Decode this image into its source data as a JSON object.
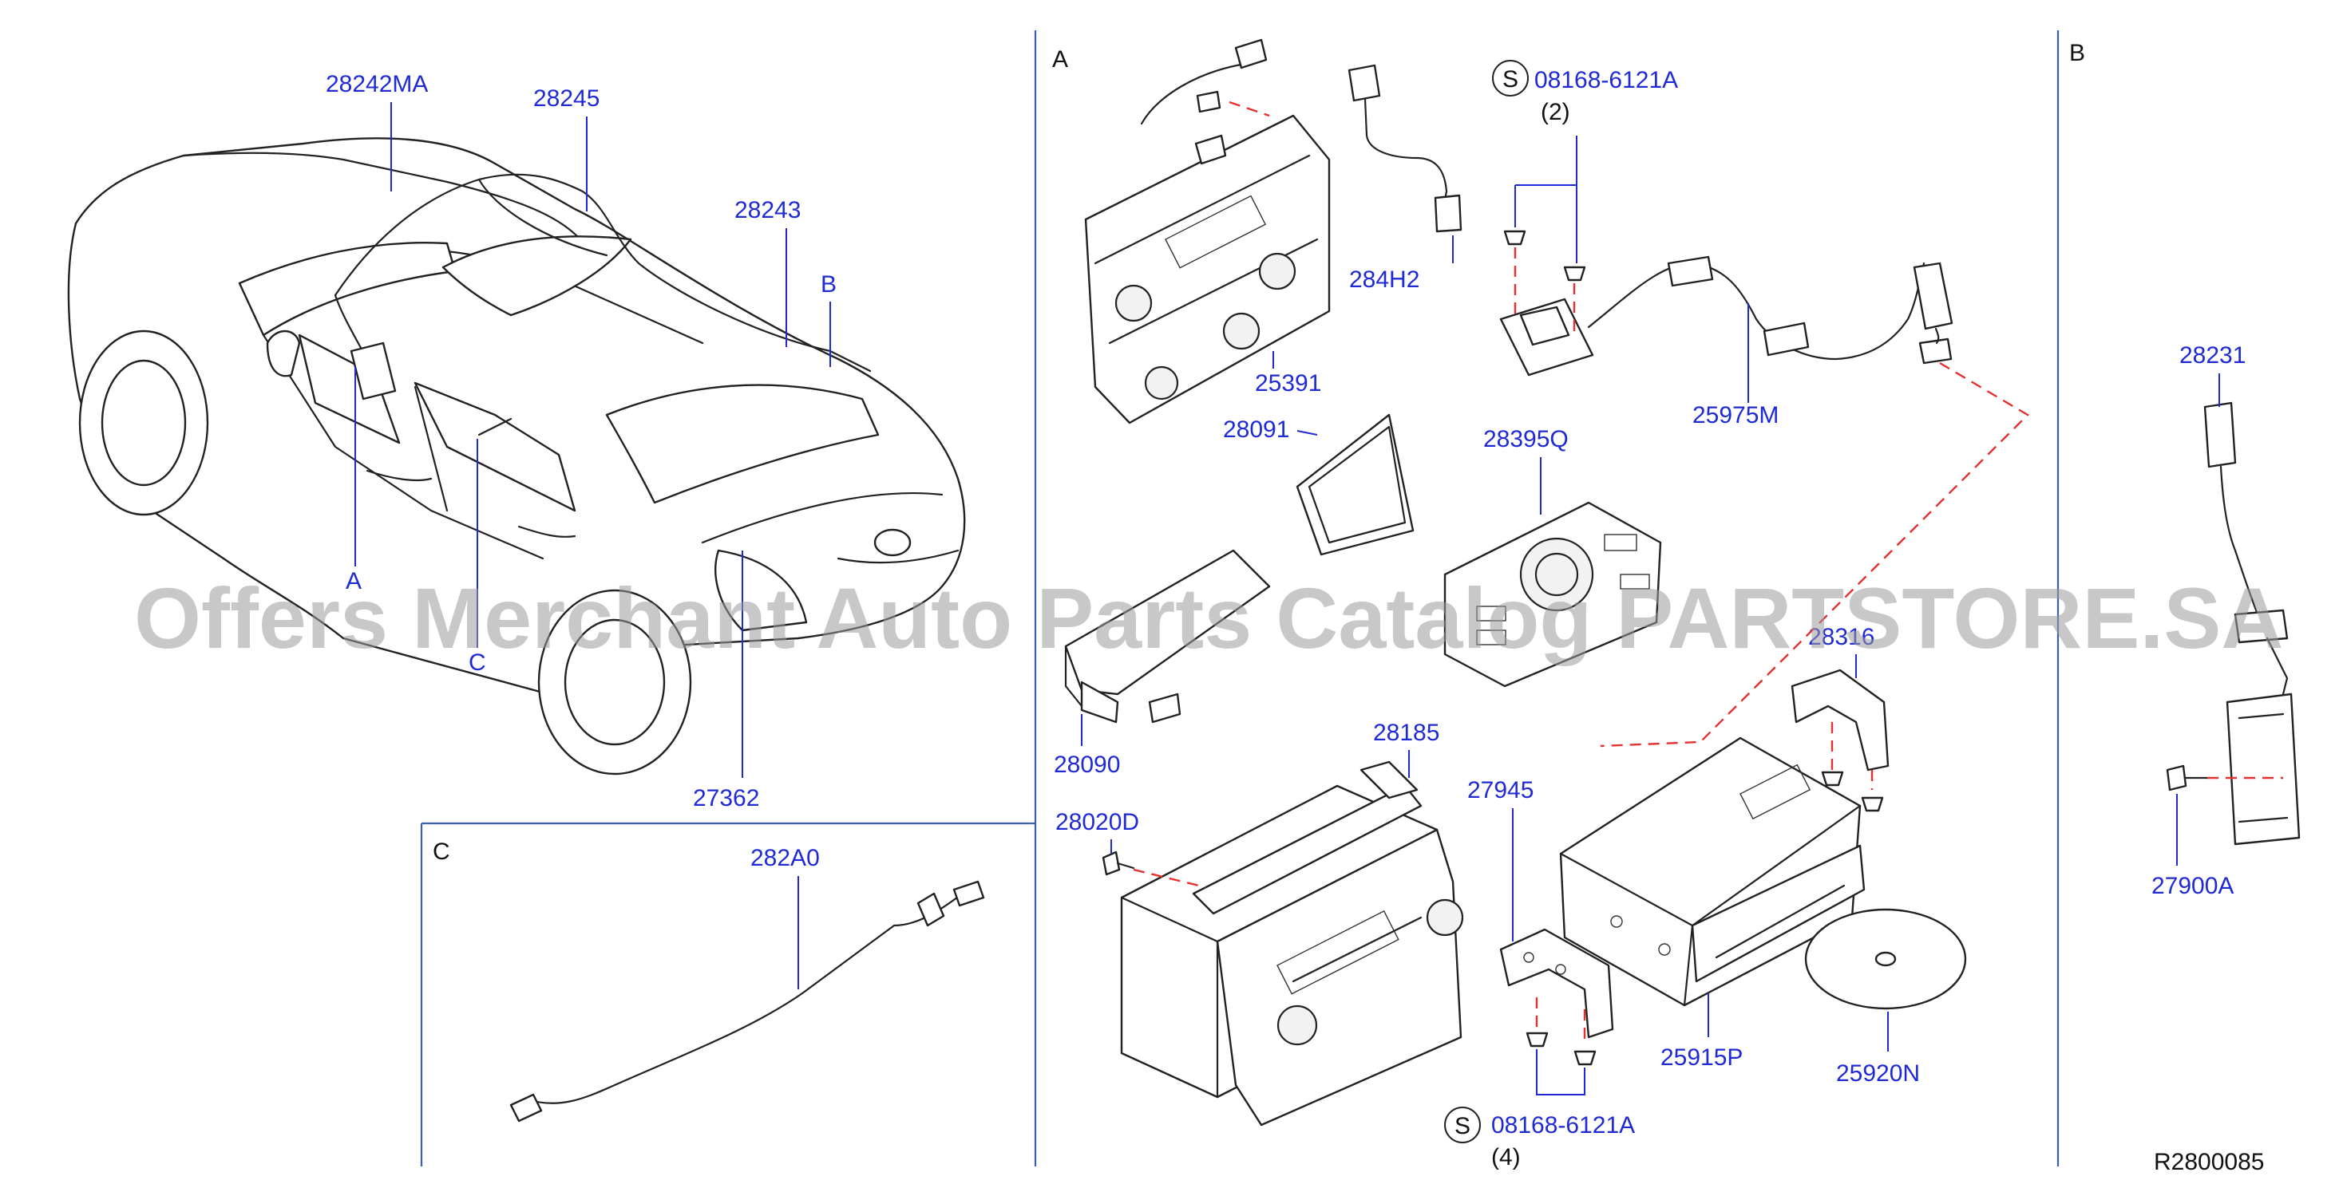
{
  "diagram": {
    "reference_code": "R2800085",
    "watermark": "Offers Merchant Auto Parts Catalog PARTSTORE.SA",
    "section_titles": {
      "A": "A",
      "B": "B",
      "C": "C"
    },
    "vehicle_callouts": {
      "A": "A",
      "B": "B",
      "C": "C"
    },
    "service_symbol": "S",
    "part_labels": {
      "p28242MA": "28242MA",
      "p28245": "28245",
      "p28243": "28243",
      "p27362": "27362",
      "p282A0": "282A0",
      "p284H2": "284H2",
      "p25391": "25391",
      "p28091": "28091",
      "p28090": "28090",
      "p28395Q": "28395Q",
      "p25975M": "25975M",
      "p08168_top": "08168-6121A",
      "p08168_bottom": "08168-6121A",
      "p28316": "28316",
      "p28185": "28185",
      "p28020D": "28020D",
      "p27945": "27945",
      "p25915P": "25915P",
      "p25920N": "25920N",
      "p28231": "28231",
      "p27900A": "27900A"
    },
    "quantity_notes": {
      "top": "(2)",
      "bottom": "(4)"
    }
  }
}
